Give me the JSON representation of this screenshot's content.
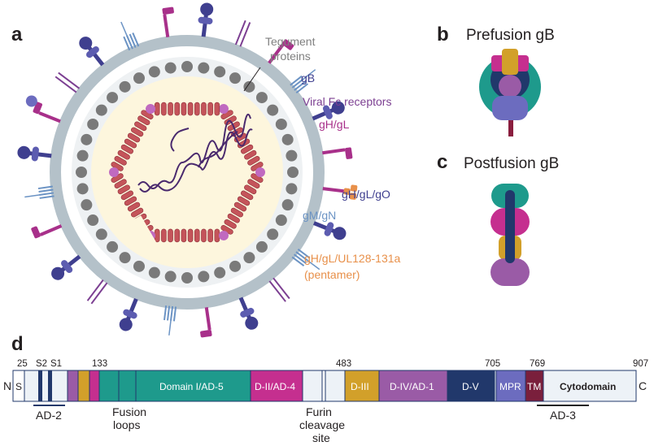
{
  "panels": {
    "a": "a",
    "b": "b",
    "c": "c",
    "d": "d"
  },
  "panel_b_title": "Prefusion gB",
  "panel_c_title": "Postfusion gB",
  "virion_labels": {
    "tegument_line1": "Tegument",
    "tegument_line2": "proteins",
    "gB": "gB",
    "viral_fc": "Viral Fc receptors",
    "gHgL": "gH/gL",
    "gHgLgO": "gH/gL/gO",
    "gMgN": "gM/gN",
    "pentamer_line1": "gH/gL/UL128-131a",
    "pentamer_line2": "(pentamer)"
  },
  "domain_bar": {
    "n_term": "N",
    "c_term": "C",
    "positions": [
      "25",
      "S2",
      "S1",
      "133",
      "483",
      "705",
      "769",
      "907"
    ],
    "domains": {
      "S": "S",
      "domain1": "Domain I/AD-5",
      "d2": "D-II/AD-4",
      "d3": "D-III",
      "d4": "D-IV/AD-1",
      "d5": "D-V",
      "mpr": "MPR",
      "tm": "TM",
      "cyto": "Cytodomain"
    },
    "annotations": {
      "ad2": "AD-2",
      "fusion_line1": "Fusion",
      "fusion_line2": "loops",
      "furin_line1": "Furin",
      "furin_line2": "cleavage",
      "furin_line3": "site",
      "ad3": "AD-3"
    }
  },
  "colors": {
    "gB_purple": "#3f3f8f",
    "gH_magenta": "#a8308a",
    "fc_purple": "#7c3f92",
    "gMgN_blue": "#6b93c4",
    "pentamer_orange": "#e8904a",
    "tegument_gray": "#7a7a7a",
    "capsid_red": "#c4545a",
    "teal": "#1e9a8c",
    "gold": "#d2a02a",
    "navy": "#21386b",
    "lilac": "#9a5ba6"
  }
}
